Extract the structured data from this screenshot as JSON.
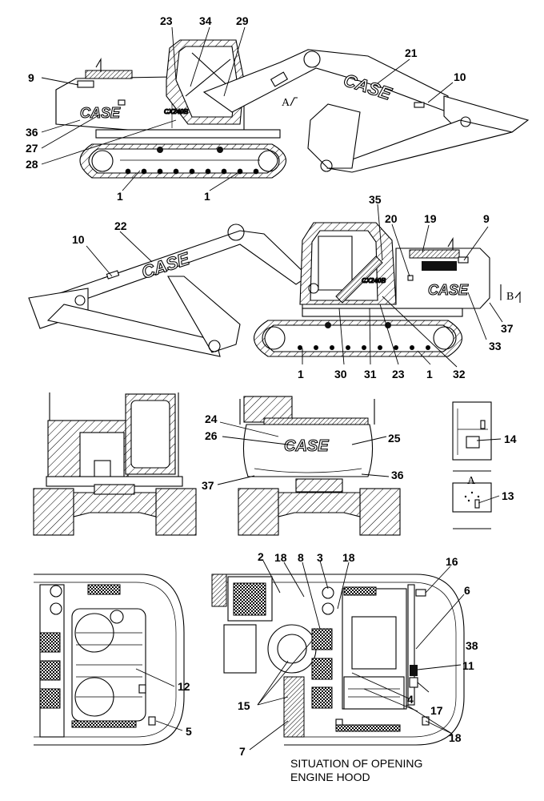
{
  "caption": {
    "line1": "SITUATION OF OPENING",
    "line2": "ENGINE HOOD"
  },
  "brand": "CASE",
  "model_badge": "CX240B",
  "view_labels": {
    "a": "A",
    "b": "B"
  },
  "callouts": {
    "side1": [
      "9",
      "36",
      "27",
      "28",
      "23",
      "34",
      "29",
      "21",
      "10",
      "1",
      "1"
    ],
    "side2": [
      "35",
      "20",
      "19",
      "9",
      "22",
      "10",
      "37",
      "33",
      "32",
      "30",
      "31",
      "23",
      "1",
      "1"
    ],
    "rear": [
      "24",
      "26",
      "25",
      "37",
      "36"
    ],
    "detail_a": [
      "14"
    ],
    "detail_b": [
      "13"
    ],
    "left_top": [
      "12",
      "5"
    ],
    "right_top": [
      "2",
      "18",
      "8",
      "3",
      "18",
      "16",
      "6",
      "38",
      "11",
      "15",
      "4",
      "17",
      "18",
      "7"
    ]
  }
}
